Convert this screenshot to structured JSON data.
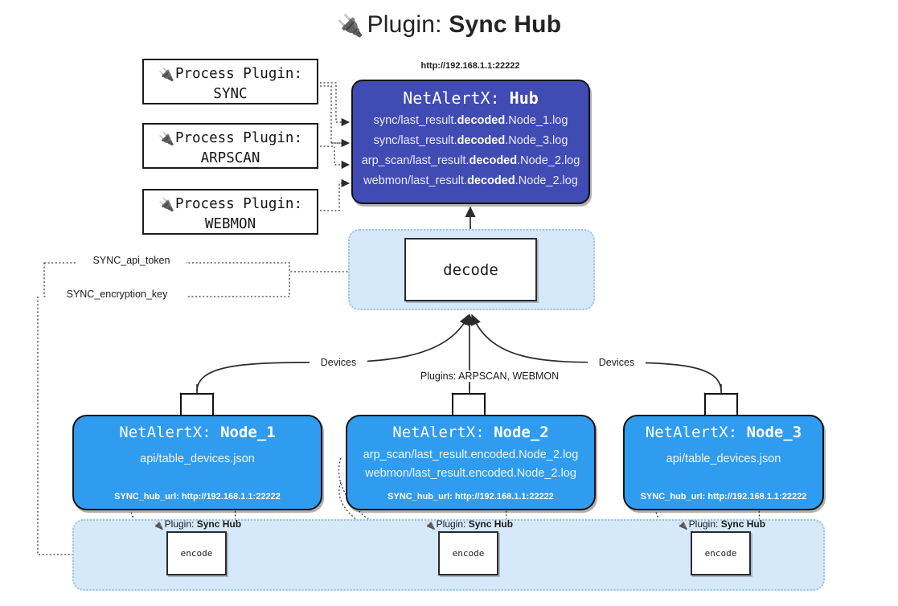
{
  "title": {
    "icon": "plug-icon",
    "prefix": "Plugin:",
    "name": "Sync Hub"
  },
  "process_plugins": [
    {
      "icon": "plug-icon",
      "line1": "Process Plugin:",
      "line2": "SYNC"
    },
    {
      "icon": "plug-icon",
      "line1": "Process Plugin:",
      "line2": "ARPSCAN"
    },
    {
      "icon": "plug-icon",
      "line1": "Process Plugin:",
      "line2": "WEBMON"
    }
  ],
  "hub": {
    "url": "http://192.168.1.1:22222",
    "title_prefix": "NetAlertX:",
    "title_name": "Hub",
    "logs": [
      {
        "pre": "sync/last_result.",
        "strong": "decoded",
        "post": ".Node_1.log"
      },
      {
        "pre": "sync/last_result.",
        "strong": "decoded",
        "post": ".Node_3.log"
      },
      {
        "pre": "arp_scan/last_result.",
        "strong": "decoded",
        "post": ".Node_2.log"
      },
      {
        "pre": "webmon/last_result.",
        "strong": "decoded",
        "post": ".Node_2.log"
      }
    ]
  },
  "decode": {
    "label": "decode"
  },
  "settings": {
    "api_token": "SYNC_api_token",
    "encryption_key": "SYNC_encryption_key"
  },
  "edge_labels": {
    "devices_left": "Devices",
    "devices_right": "Devices",
    "plugins_center": "Plugins: ARPSCAN, WEBMON"
  },
  "nodes": [
    {
      "icon": "envelope-icon",
      "title_prefix": "NetAlertX:",
      "title_name": "Node_1",
      "lines": [
        "api/table_devices.json"
      ],
      "footer": "SYNC_hub_url: http://192.168.1.1:22222"
    },
    {
      "icon": "envelope-icon",
      "title_prefix": "NetAlertX:",
      "title_name": "Node_2",
      "lines": [
        "arp_scan/last_result.encoded.Node_2.log",
        "webmon/last_result.encoded.Node_2.log"
      ],
      "footer": "SYNC_hub_url: http://192.168.1.1:22222"
    },
    {
      "icon": "envelope-icon",
      "title_prefix": "NetAlertX:",
      "title_name": "Node_3",
      "lines": [
        "api/table_devices.json"
      ],
      "footer": "SYNC_hub_url: http://192.168.1.1:22222"
    }
  ],
  "encoders": [
    {
      "icon": "plug-icon",
      "plugin_prefix": "Plugin:",
      "plugin_name": "Sync Hub",
      "label": "encode"
    },
    {
      "icon": "plug-icon",
      "plugin_prefix": "Plugin:",
      "plugin_name": "Sync Hub",
      "label": "encode"
    },
    {
      "icon": "plug-icon",
      "plugin_prefix": "Plugin:",
      "plugin_name": "Sync Hub",
      "label": "encode"
    }
  ],
  "colors": {
    "hub_fill": "#414bb4",
    "node_fill": "#2f9cf0",
    "region_fill": "#d6e9fa",
    "region_border": "#9fc2dd",
    "stroke": "#121212",
    "background": "#ffffff"
  }
}
